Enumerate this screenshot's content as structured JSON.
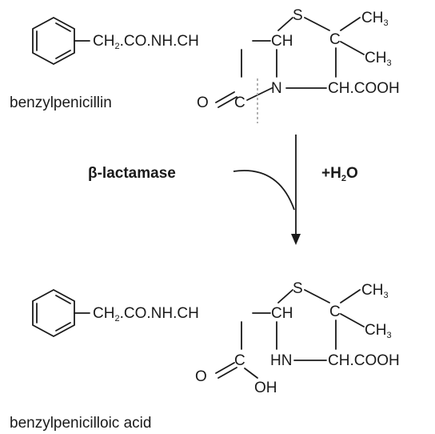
{
  "reactant": {
    "caption": "benzylpenicillin",
    "chain": [
      "CH",
      "2",
      ".CO.NH.CH",
      "CH"
    ],
    "s": "S",
    "n": "N",
    "c": "C",
    "o": "O",
    "ch3_top": [
      "CH",
      "3"
    ],
    "ch3_mid": [
      "CH",
      "3"
    ],
    "c_ring": "C",
    "cooh": "CH.COOH"
  },
  "reaction": {
    "enzyme": "β-lactamase",
    "reagent": [
      "+H",
      "2",
      "O"
    ]
  },
  "product": {
    "caption": "benzylpenicilloic acid",
    "chain": [
      "CH",
      "2",
      ".CO.NH.CH",
      "CH"
    ],
    "s": "S",
    "c": "C",
    "o": "O",
    "oh": "OH",
    "hn": "HN",
    "ch3_top": [
      "CH",
      "3"
    ],
    "ch3_mid": [
      "CH",
      "3"
    ],
    "c_ring": "C",
    "cooh": "CH.COOH"
  }
}
